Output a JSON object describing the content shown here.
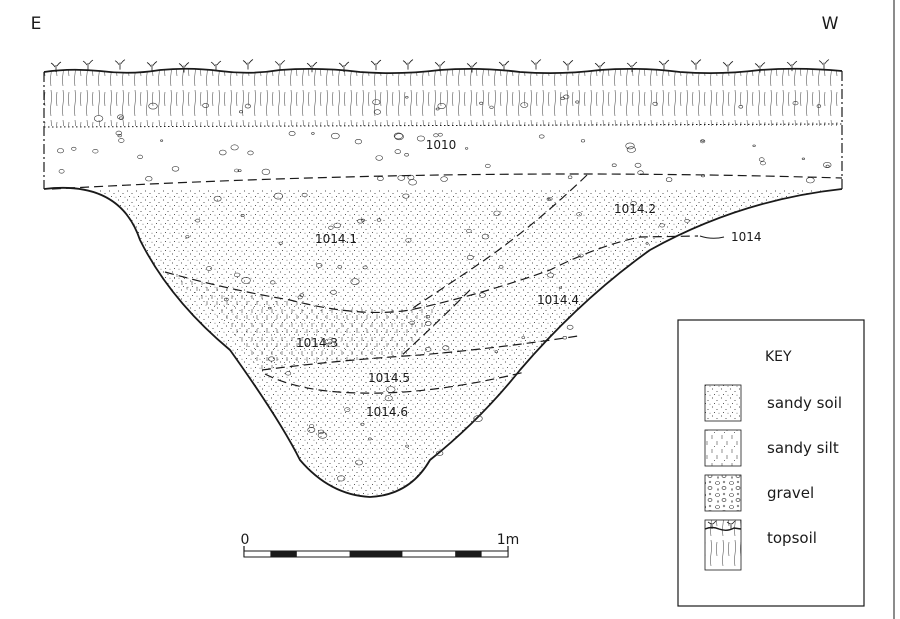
{
  "directions": {
    "left": "E",
    "right": "W"
  },
  "layers": {
    "l1010": "1010",
    "l1014": "1014",
    "l1014_1": "1014.1",
    "l1014_2": "1014.2",
    "l1014_3": "1014.3",
    "l1014_4": "1014.4",
    "l1014_5": "1014.5",
    "l1014_6": "1014.6"
  },
  "scale": {
    "start": "0",
    "end": "1m"
  },
  "key": {
    "title": "KEY",
    "items": [
      {
        "label": "sandy soil",
        "pattern": "dots"
      },
      {
        "label": "sandy silt",
        "pattern": "dashes"
      },
      {
        "label": "gravel",
        "pattern": "pebbles"
      },
      {
        "label": "topsoil",
        "pattern": "roots"
      }
    ]
  },
  "colors": {
    "ink": "#1a1a1a",
    "paper": "#ffffff"
  }
}
